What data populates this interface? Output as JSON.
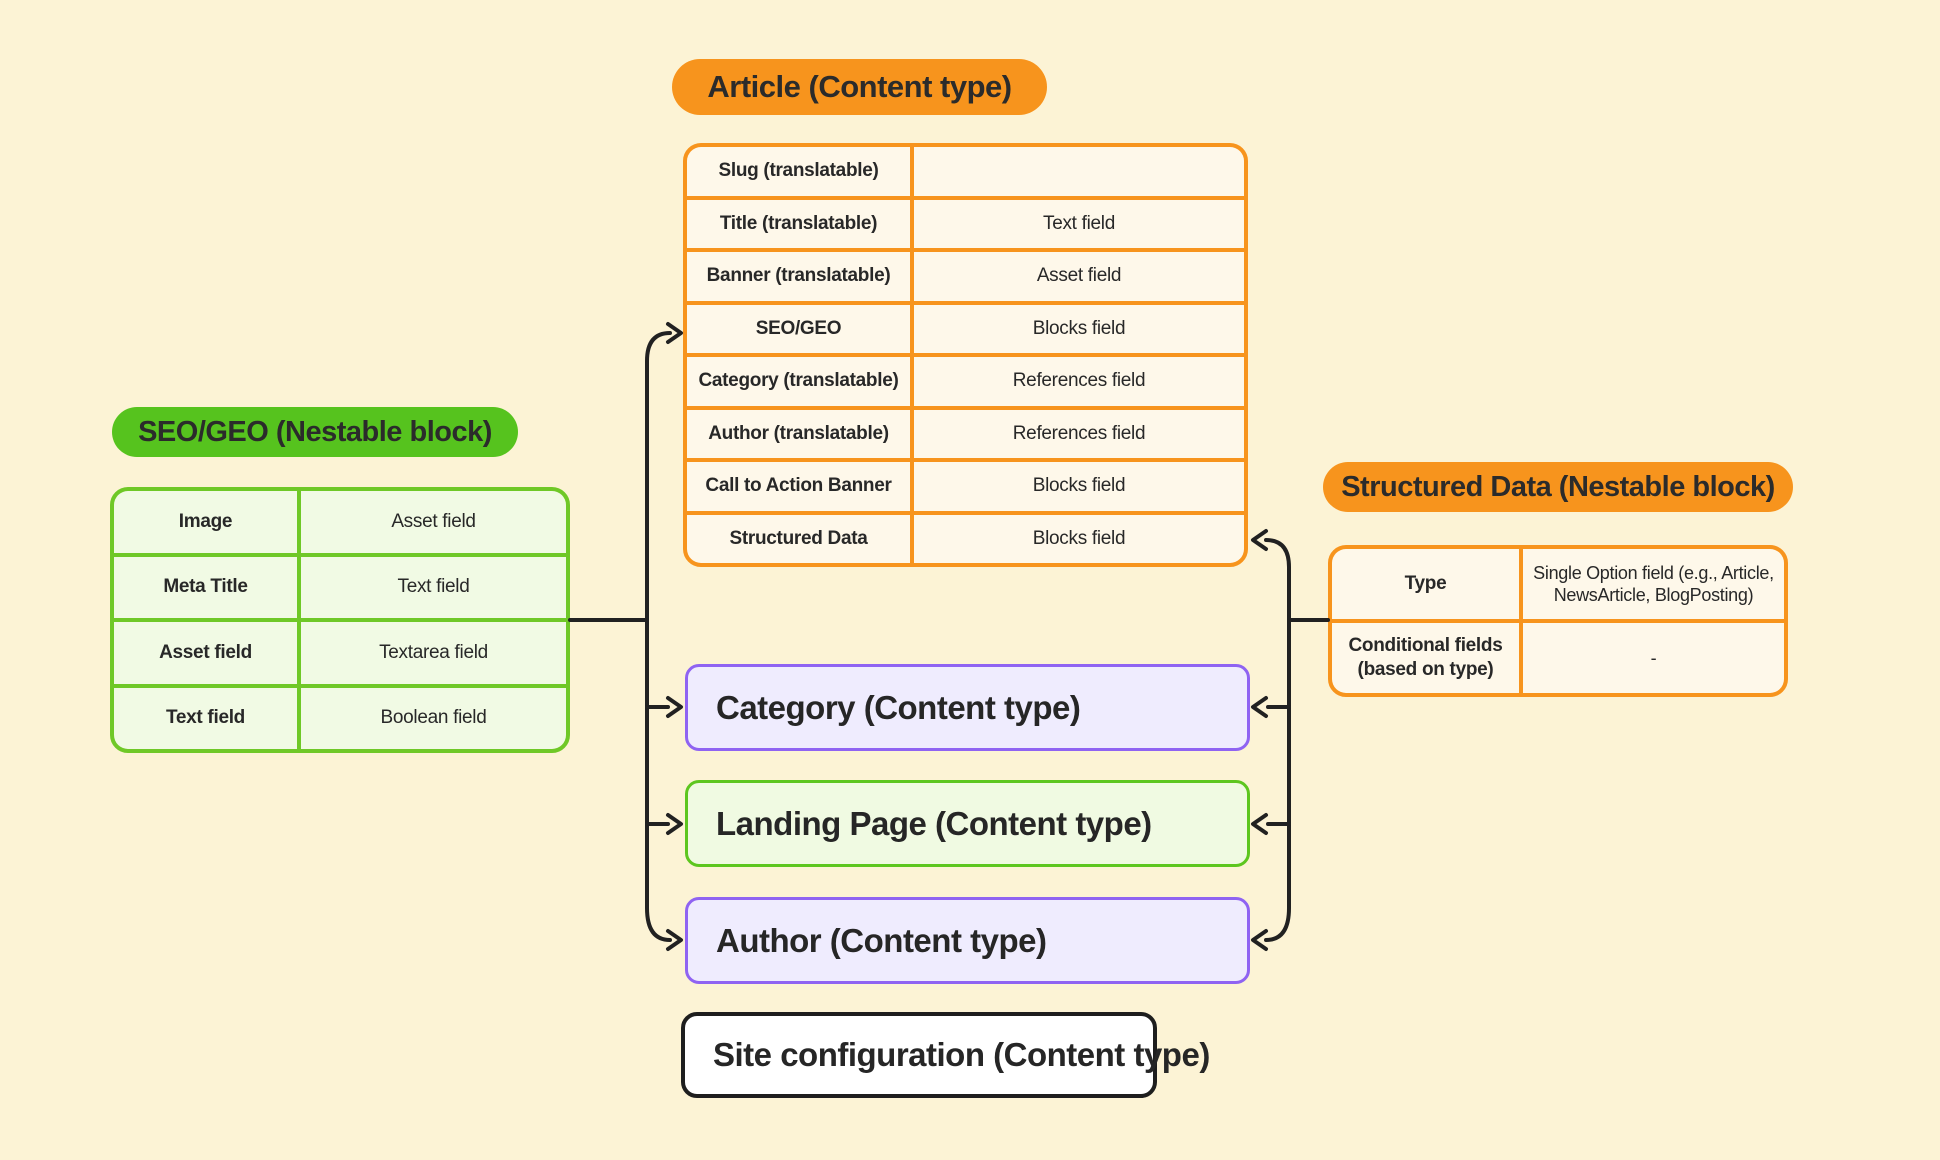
{
  "colors": {
    "background": "#FCF3D5",
    "orange": "#F7941D",
    "orange_table_fill": "#FEF8EA",
    "green_badge": "#56C31E",
    "green_table_border": "#6FC827",
    "green_table_fill": "#F1FAE4",
    "landing_border": "#5DC61F",
    "landing_fill": "#F0FAE2",
    "purple_border": "#8F63F2",
    "purple_fill": "#EFECFE",
    "black_border": "#1E1E1E",
    "arrow": "#212121",
    "text": "#282828"
  },
  "article": {
    "badge": "Article (Content type)",
    "rows": [
      {
        "field": "Slug (translatable)",
        "value": ""
      },
      {
        "field": "Title (translatable)",
        "value": "Text field"
      },
      {
        "field": "Banner (translatable)",
        "value": "Asset field"
      },
      {
        "field": "SEO/GEO",
        "value": "Blocks field"
      },
      {
        "field": "Category (translatable)",
        "value": "References field"
      },
      {
        "field": "Author (translatable)",
        "value": "References field"
      },
      {
        "field": "Call to Action Banner",
        "value": "Blocks field"
      },
      {
        "field": "Structured Data",
        "value": "Blocks field"
      }
    ]
  },
  "seo_geo": {
    "badge": "SEO/GEO (Nestable block)",
    "rows": [
      {
        "field": "Image",
        "value": "Asset field"
      },
      {
        "field": "Meta Title",
        "value": "Text field"
      },
      {
        "field": "Asset field",
        "value": "Textarea field"
      },
      {
        "field": "Text field",
        "value": "Boolean field"
      }
    ]
  },
  "structured_data": {
    "badge": "Structured Data (Nestable block)",
    "rows": [
      {
        "field": "Type",
        "value": "Single Option field (e.g., Article, NewsArticle, BlogPosting)"
      },
      {
        "field": "Conditional fields (based on type)",
        "value": "-"
      }
    ]
  },
  "content_boxes": [
    {
      "label": "Category (Content type)"
    },
    {
      "label": "Landing Page (Content type)"
    },
    {
      "label": "Author (Content type)"
    },
    {
      "label": "Site configuration (Content type)"
    }
  ]
}
